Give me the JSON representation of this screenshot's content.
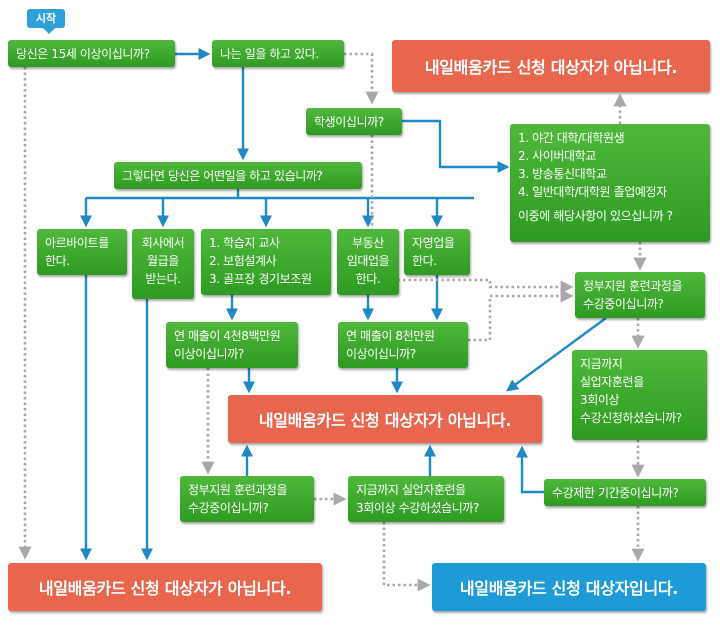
{
  "start_label": "시작",
  "colors": {
    "green": "#3aa52c",
    "red": "#e8664e",
    "blue": "#1e9bd6",
    "arrow_solid": "#1e8ac4",
    "arrow_dotted": "#a8a8a8"
  },
  "nodes": {
    "q_age": [
      "당신은 15세 이상이십니까?"
    ],
    "q_working": [
      "나는 일을 하고 있다."
    ],
    "r_top": [
      "내일배움카드 신청 대상자가 아닙니다."
    ],
    "q_student": [
      "학생이십니까?"
    ],
    "q_list": [
      "1. 야간 대학/대학원생",
      "2. 사이버대학교",
      "3. 방송통신대학교",
      "4. 일반대학/대학원 졸업예정자",
      "이중에 해당사항이 있으십니까 ?"
    ],
    "q_what_job": [
      "그렇다면 당신은 어떤일을 하고 있습니까?"
    ],
    "j_parttime": [
      "아르바이트를",
      "한다."
    ],
    "j_salary": [
      "회사에서",
      "월급을",
      "받는다."
    ],
    "j_freelance": [
      "1. 학습지 교사",
      "2. 보험설계사",
      "3. 골프장 경기보조원"
    ],
    "j_realestate": [
      "부동산",
      "임대업을",
      "한다."
    ],
    "j_self": [
      "자영업을",
      "한다."
    ],
    "q_train_right": [
      "정부지원 훈련과정을",
      "수강중이십니까?"
    ],
    "q_sales48": [
      "연 매출이 4천8백만원",
      "이상이십니까?"
    ],
    "q_sales80": [
      "연 매출이 8천만원",
      "이상이십니까?"
    ],
    "q_count_right": [
      "지금까지",
      "실업자훈련을",
      "3회이상",
      "수강신청하셨습니까?"
    ],
    "r_middle": [
      "내일배움카드 신청 대상자가 아닙니다."
    ],
    "q_train_left": [
      "정부지원 훈련과정을",
      "수강중이십니까?"
    ],
    "q_count_mid": [
      "지금까지 실업자훈련을",
      "3회이상 수강하셨습니까?"
    ],
    "q_limit": [
      "수강제한 기간중이십니까?"
    ],
    "r_bottom_left": [
      "내일배움카드 신청 대상자가 아닙니다."
    ],
    "r_bottom_right": [
      "내일배움카드 신청 대상자입니다."
    ]
  }
}
